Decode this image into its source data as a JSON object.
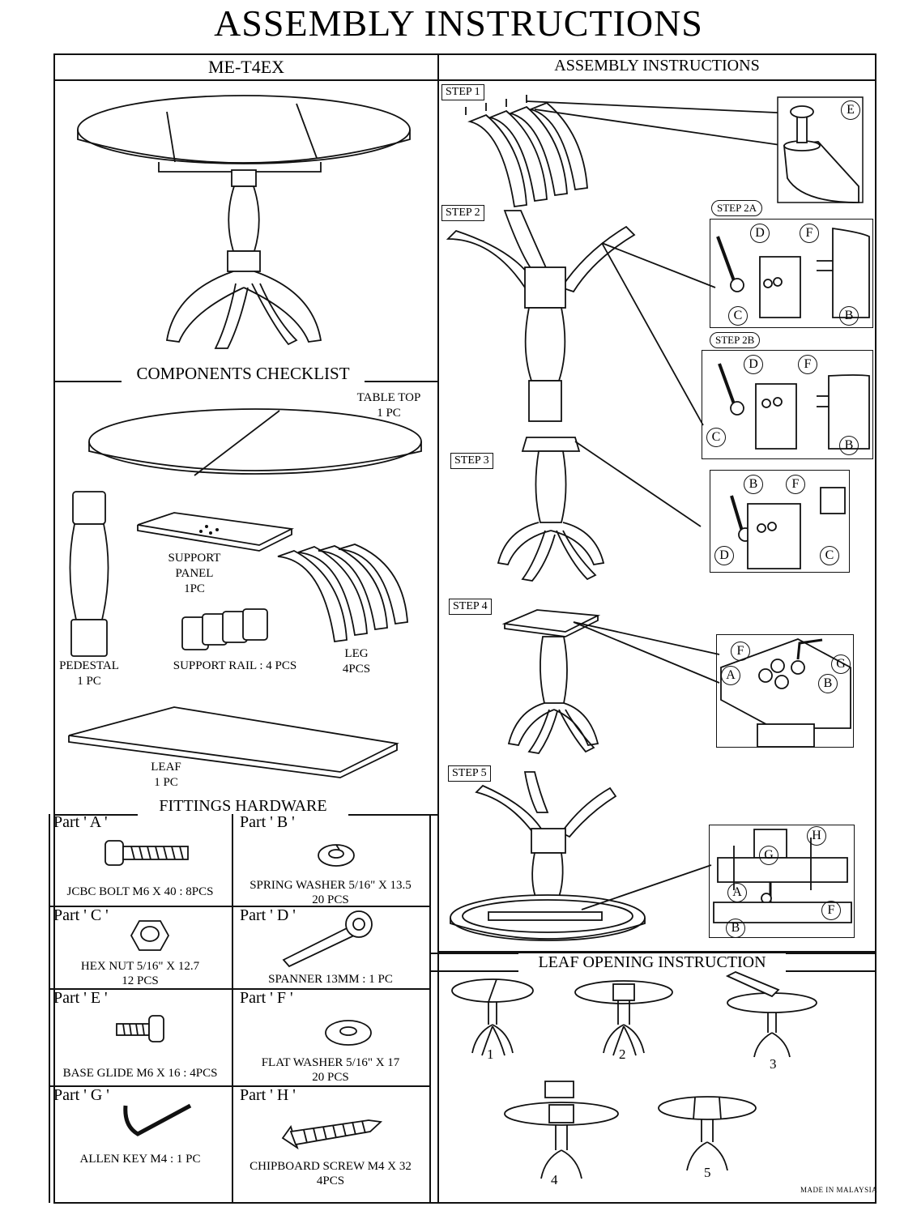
{
  "title": "ASSEMBLY INSTRUCTIONS",
  "model": "ME-T4EX",
  "right_header": "ASSEMBLY INSTRUCTIONS",
  "components": {
    "heading": "COMPONENTS CHECKLIST",
    "table_top": [
      "TABLE TOP",
      "1 PC"
    ],
    "support_panel": [
      "SUPPORT",
      "PANEL",
      "1PC"
    ],
    "pedestal": [
      "PEDESTAL",
      "1 PC"
    ],
    "support_rail": "SUPPORT RAIL : 4 PCS",
    "leg": [
      "LEG",
      "4PCS"
    ],
    "leaf": [
      "LEAF",
      "1 PC"
    ]
  },
  "fittings": {
    "heading": "FITTINGS HARDWARE",
    "parts": [
      {
        "name": "Part ' A '",
        "desc": [
          "JCBC BOLT M6 X 40 : 8PCS"
        ]
      },
      {
        "name": "Part ' B '",
        "desc": [
          "SPRING WASHER 5/16\" X 13.5",
          "20 PCS"
        ]
      },
      {
        "name": "Part ' C '",
        "desc": [
          "HEX NUT 5/16\" X 12.7",
          "12 PCS"
        ]
      },
      {
        "name": "Part ' D '",
        "desc": [
          "SPANNER 13MM : 1 PC"
        ]
      },
      {
        "name": "Part ' E '",
        "desc": [
          "BASE GLIDE M6 X 16 : 4PCS"
        ]
      },
      {
        "name": "Part ' F '",
        "desc": [
          "FLAT WASHER 5/16\" X 17",
          "20 PCS"
        ]
      },
      {
        "name": "Part ' G '",
        "desc": [
          "ALLEN KEY M4 : 1 PC"
        ]
      },
      {
        "name": "Part ' H '",
        "desc": [
          "CHIPBOARD SCREW M4 X 32",
          "4PCS"
        ]
      }
    ]
  },
  "steps": [
    "STEP 1",
    "STEP 2",
    "STEP 2A",
    "STEP 2B",
    "STEP 3",
    "STEP 4",
    "STEP 5"
  ],
  "letters": {
    "A": "A",
    "B": "B",
    "C": "C",
    "D": "D",
    "E": "E",
    "F": "F",
    "G": "G",
    "H": "H"
  },
  "leaf_opening": {
    "heading": "LEAF OPENING INSTRUCTION",
    "numbers": [
      "1",
      "2",
      "3",
      "4",
      "5"
    ]
  },
  "made_in": "MADE IN MALAYSIA"
}
